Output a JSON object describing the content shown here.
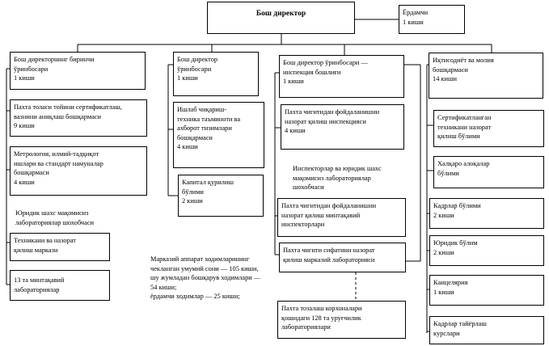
{
  "director": "Бош директор",
  "assistant": "Ёрдамчи\n1 киши",
  "col1": {
    "deputy": "Бош директорнинг биринчи\nўринбосари\n1 киши",
    "cert": "Пахта толаси тойини сертификатлаш,\nвазнини аниқлаш бошқармаси\n9 киши",
    "metro": "Метрология, илмий-тадқиқот\nишлари ва стандарт намуналар\nбошқармаси\n4 киши",
    "lab_branch": "Юридик шахс мақомисиз\nлабораториялар шохобчаси",
    "tech": "Техникани ва назорат\nқилиш маркази",
    "regional": "13 та минтақавий\nлабораториялар"
  },
  "col2": {
    "deputy": "Бош директор\nўринбосари\n1 киши",
    "prod": "Ишлаб чиқариш-\nтехника таъминоти ва\nахборот тизимлари\nбошқармаси\n4 киши",
    "capital": "Капитал қурилиш\nбўлими\n2 киши"
  },
  "col3": {
    "deputy": "Бош директор ўринбосари —\nинспекция бошлиғи\n1 киши",
    "inspect": "Пахта чигитидан фойдаланишни\nназорат қилиш инспекцияси\n4 киши",
    "inspectors": "Инспекторлар ва юридик шахс\nмақомисиз лабораториялар\nшохобчаси",
    "regional_insp": "Пахта чигитидан фойдаланишни\nназорат қилиш минтақавий\nинспекторлари",
    "quality_lab": "Пахта чигити сифатини назорат\nқилиш марказий лабораторияси",
    "gins": "Пахта тозалаш корхоналари\nқошидаги 128 та уруғчилик\nлабораториялари"
  },
  "col4": {
    "finance": "Иқтисодиёт ва молия\nбошқармаси\n14 киши",
    "cert_control": "Сертификатланган\nтехникани назорат\nқилиш бўлими",
    "foreign": "Халқаро алоқалар\nбўлими",
    "hr": "Кадрлар бўлими\n2 киши",
    "legal": "Юридик бўлим\n2 киши",
    "office": "Канцелярия\n1 киши",
    "training": "Кадрлар тайёрлаш\nкурслари"
  },
  "note": "Марказий аппарат ходимларининг\nчекланган умумий сони — 105 киши,\nшу жумладан бошқарув ходимлари —\n54 киши;\nёрдамчи ходимлар — 25 киши;"
}
